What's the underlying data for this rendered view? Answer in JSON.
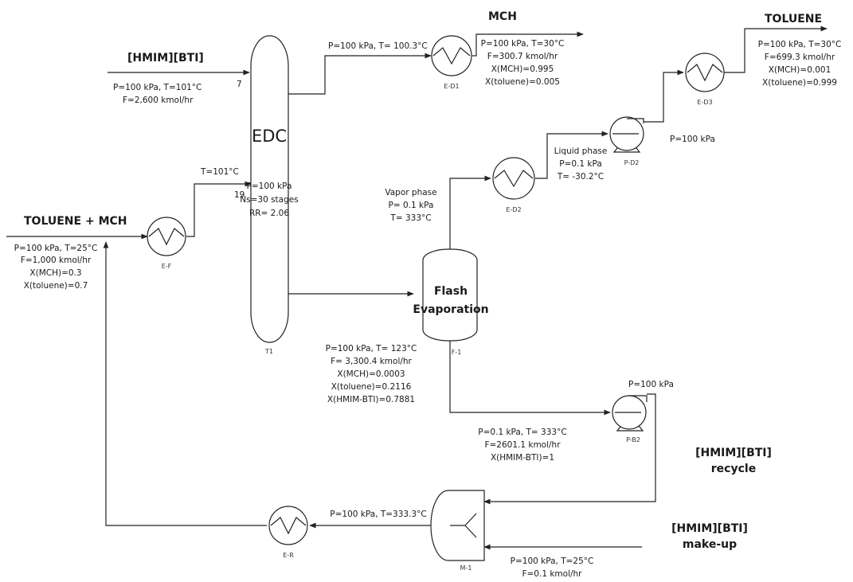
{
  "streams": {
    "feed": {
      "label": "TOLUENE + MCH",
      "cond1": "P=100 kPa, T=25°C",
      "cond2": "F=1,000 kmol/hr",
      "cond3": "X(MCH)=0.3",
      "cond4": "X(toluene)=0.7"
    },
    "solvent_in": {
      "label": "[HMIM][BTI]",
      "stage": "7",
      "cond1": "P=100 kPa, T=101°C",
      "cond2": "F=2,600 kmol/hr"
    },
    "feed_heated": {
      "cond1": "T=101°C",
      "stage": "19"
    },
    "distillate": {
      "cond1": "P=100 kPa, T= 100.3°C"
    },
    "mch_product": {
      "label": "MCH",
      "cond1": "P=100 kPa, T=30°C",
      "cond2": "F=300.7 kmol/hr",
      "cond3": "X(MCH)=0.995",
      "cond4": "X(toluene)=0.005"
    },
    "toluene_product": {
      "label": "TOLUENE",
      "cond1": "P=100 kPa, T=30°C",
      "cond2": "F=699.3 kmol/hr",
      "cond3": "X(MCH)=0.001",
      "cond4": "X(toluene)=0.999"
    },
    "pump_d2_out": {
      "cond1": "P=100 kPa"
    },
    "liquid_phase": {
      "cond1": "Liquid phase",
      "cond2": "P=0.1 kPa",
      "cond3": "T= -30.2°C"
    },
    "vapor_phase": {
      "cond1": "Vapor phase",
      "cond2": "P= 0.1 kPa",
      "cond3": "T= 333°C"
    },
    "bottoms": {
      "cond1": "P=100 kPa, T= 123°C",
      "cond2": "F= 3,300.4 kmol/hr",
      "cond3": "X(MCH)=0.0003",
      "cond4": "X(toluene)=0.2116",
      "cond5": "X(HMIM-BTI)=0.7881"
    },
    "flash_liquid": {
      "cond1": "P=0.1 kPa, T= 333°C",
      "cond2": "F=2601.1 kmol/hr",
      "cond3": "X(HMIM-BTI)=1"
    },
    "pump_b2_out": {
      "cond1": "P=100 kPa"
    },
    "recycle": {
      "label1": "[HMIM][BTI]",
      "label2": "recycle"
    },
    "makeup": {
      "label1": "[HMIM][BTI]",
      "label2": "make-up",
      "cond1": "P=100 kPa, T=25°C",
      "cond2": "F=0.1 kmol/hr"
    },
    "mixer_out": {
      "cond1": "P=100 kPa, T=333.3°C"
    }
  },
  "column": {
    "title": "EDC",
    "spec1": "P=100 kPa",
    "spec2": "Ns=30 stages",
    "spec3": "RR= 2.06",
    "tag": "T1"
  },
  "flash_drum": {
    "label1": "Flash",
    "label2": "Evaporation",
    "tag": "F-1"
  },
  "equipment_tags": {
    "ef": "E-F",
    "ed1": "E-D1",
    "ed2": "E-D2",
    "ed3": "E-D3",
    "pd2": "P-D2",
    "pb2": "P-B2",
    "er": "E-R",
    "m1": "M-1"
  }
}
